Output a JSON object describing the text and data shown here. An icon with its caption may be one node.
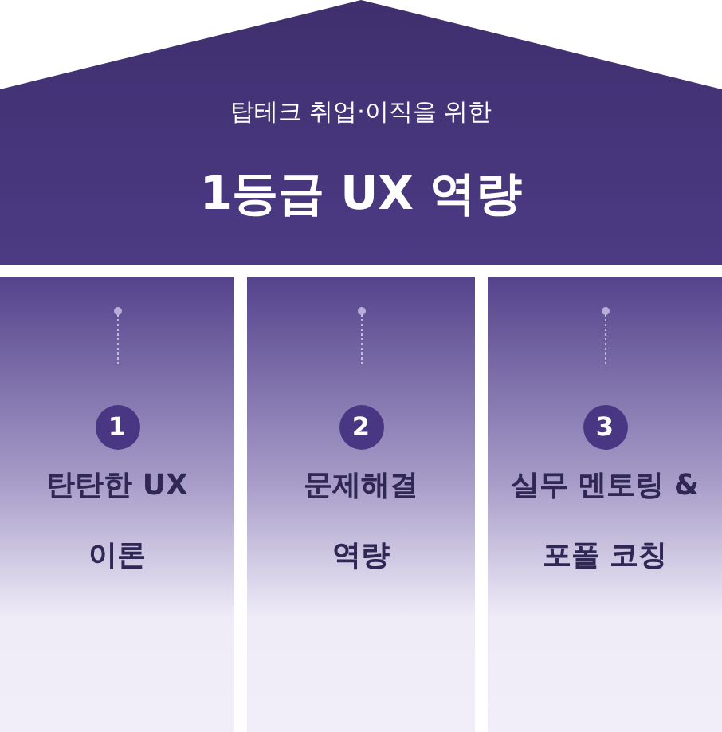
{
  "diagram": {
    "nodes": [
      {
        "text": [
          "탑테크 취업·이직을 위한",
          "1등급 UX 역량"
        ]
      },
      {
        "text": [
          "탄탄한 UX 이론"
        ]
      },
      {
        "text": [
          "1"
        ],
        "in": 1
      },
      {
        "text": [
          "문제해결 역량"
        ]
      },
      {
        "text": [
          "2"
        ],
        "in": 3
      },
      {
        "text": [
          "실무 멘토링 & 포폴 코칭"
        ]
      },
      {
        "text": [
          "3"
        ],
        "in": 5
      }
    ]
  }
}
